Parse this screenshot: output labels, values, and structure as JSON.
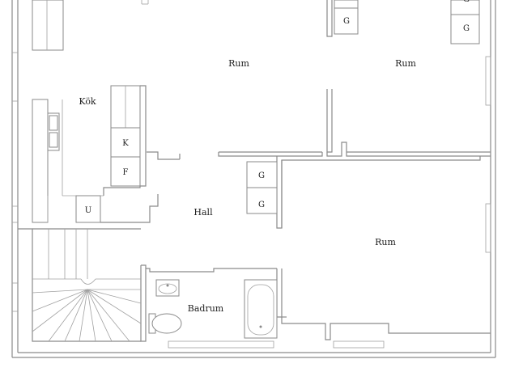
{
  "rooms": {
    "rum_left": "Rum",
    "rum_right": "Rum",
    "rum_lower": "Rum",
    "kok": "Kök",
    "hall": "Hall",
    "badrum": "Badrum"
  },
  "appliances": {
    "k": "K",
    "f": "F",
    "u": "U",
    "g1": "G",
    "g2": "G",
    "g3": "G",
    "g4": "G",
    "g5": "G"
  }
}
